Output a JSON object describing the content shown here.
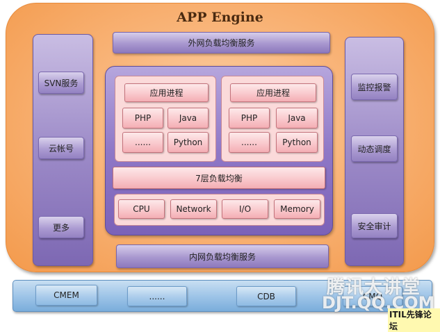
{
  "title": "APP Engine",
  "top_service": "外网负载均衡服务",
  "bottom_service": "内网负载均衡服务",
  "left_column": [
    "SVN服务",
    "云帐号",
    "更多"
  ],
  "right_column": [
    "监控报警",
    "动态调度",
    "安全审计"
  ],
  "process_groups": [
    {
      "title": "应用进程",
      "runtimes": [
        "PHP",
        "Java",
        "......",
        "Python"
      ]
    },
    {
      "title": "应用进程",
      "runtimes": [
        "PHP",
        "Java",
        "......",
        "Python"
      ]
    }
  ],
  "lb_layer": "7层负载均衡",
  "resources": [
    "CPU",
    "Network",
    "I/O",
    "Memory"
  ],
  "storage": [
    "CMEM",
    "......",
    "CDB",
    "CMQ"
  ],
  "watermark": {
    "line1": "腾讯大讲堂",
    "line2": "DJT.QQ.COM",
    "line3": "ITIL先锋论坛"
  }
}
